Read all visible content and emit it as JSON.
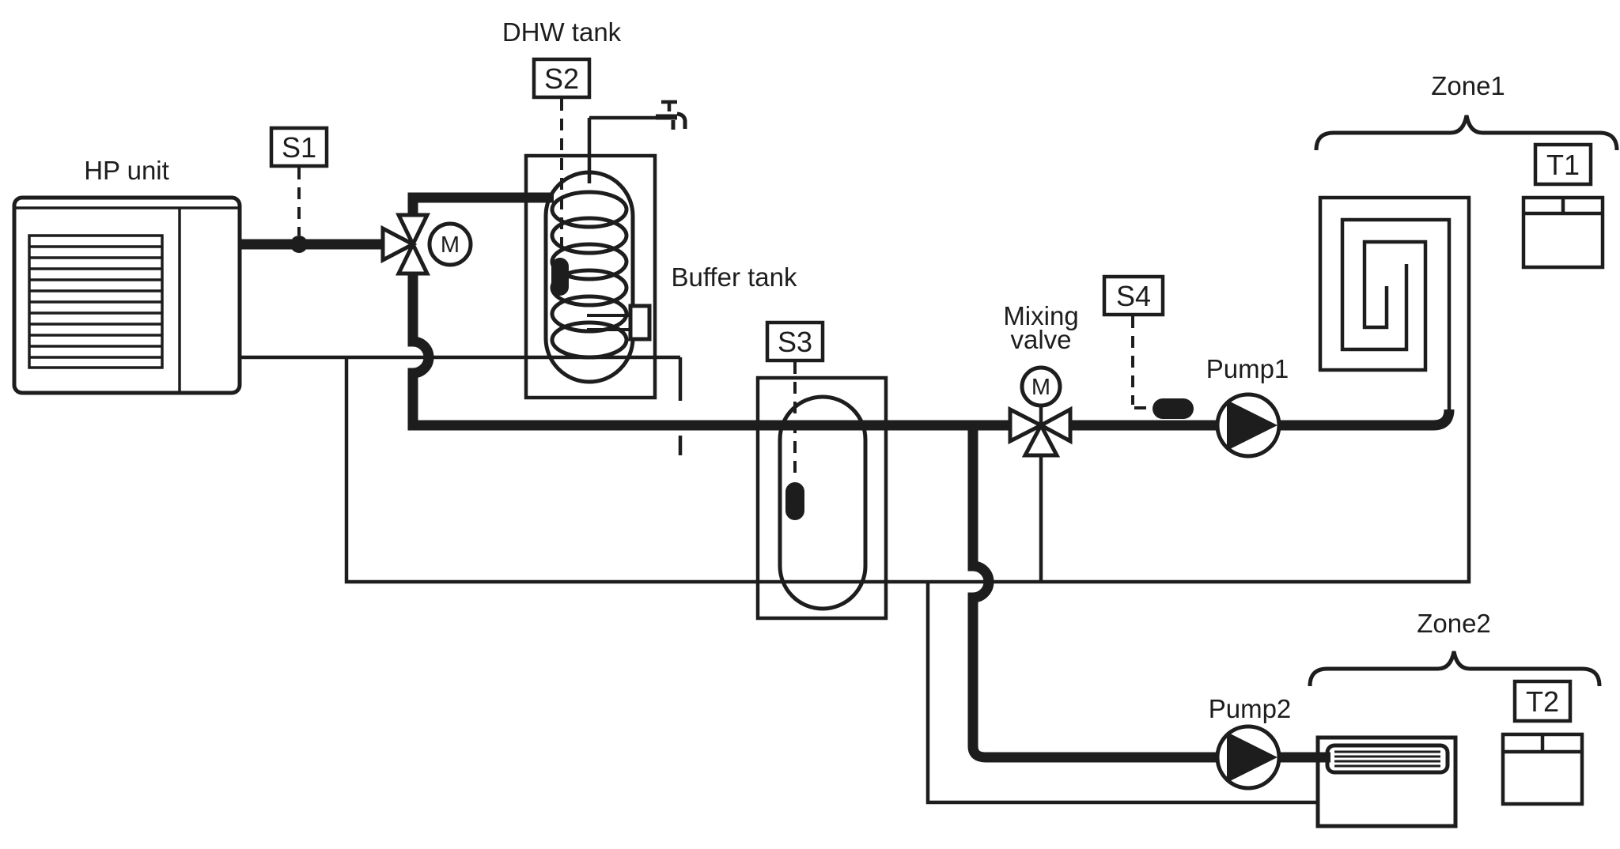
{
  "colors": {
    "line": "#1d1d1d",
    "background": "#ffffff"
  },
  "diagram": {
    "type": "hydraulic-heating-schematic",
    "components": {
      "hp_unit": {
        "label": "HP unit"
      },
      "dhw_valve": {
        "actuator_label": "M"
      },
      "dhw_tank": {
        "label": "DHW tank"
      },
      "buffer_tank": {
        "label": "Buffer tank"
      },
      "mixing_valve": {
        "label_line1": "Mixing",
        "label_line2": "valve",
        "actuator_label": "M"
      },
      "pump1": {
        "label": "Pump1"
      },
      "pump2": {
        "label": "Pump2"
      },
      "zone1": {
        "label": "Zone1",
        "thermostat": "T1"
      },
      "zone2": {
        "label": "Zone2",
        "thermostat": "T2"
      }
    },
    "sensors": {
      "s1": "S1",
      "s2": "S2",
      "s3": "S3",
      "s4": "S4"
    }
  }
}
